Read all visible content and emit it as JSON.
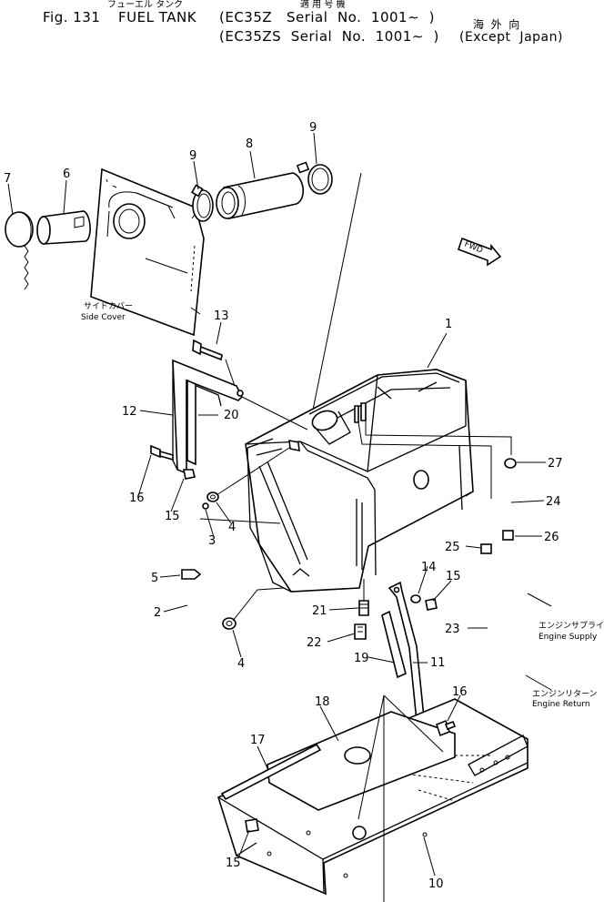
{
  "header": {
    "fig_label": "Fig. 131",
    "title": "FUEL TANK",
    "title_jp": "フューエル タンク",
    "applicable_jp": "適 用 号 機",
    "model_line_1": "EC35Z   Serial  No.  1001∼",
    "model_line_2": "EC35ZS  Serial  No.  1001∼",
    "region_jp": "海  外  向",
    "region": "(Except  Japan)"
  },
  "notes": {
    "side_cover_jp": "サイドカバー",
    "side_cover": "Side  Cover",
    "engine_supply_jp": "エンジンサプライ",
    "engine_supply": "Engine  Supply",
    "engine_return_jp": "エンジンリターン",
    "engine_return": "Engine  Return",
    "fwd": "FWD"
  },
  "callouts": [
    "1",
    "2",
    "3",
    "4",
    "4",
    "5",
    "6",
    "7",
    "8",
    "9",
    "9",
    "10",
    "11",
    "12",
    "13",
    "14",
    "15",
    "15",
    "15",
    "16",
    "16",
    "17",
    "18",
    "19",
    "20",
    "21",
    "22",
    "23",
    "24",
    "25",
    "26",
    "27"
  ]
}
